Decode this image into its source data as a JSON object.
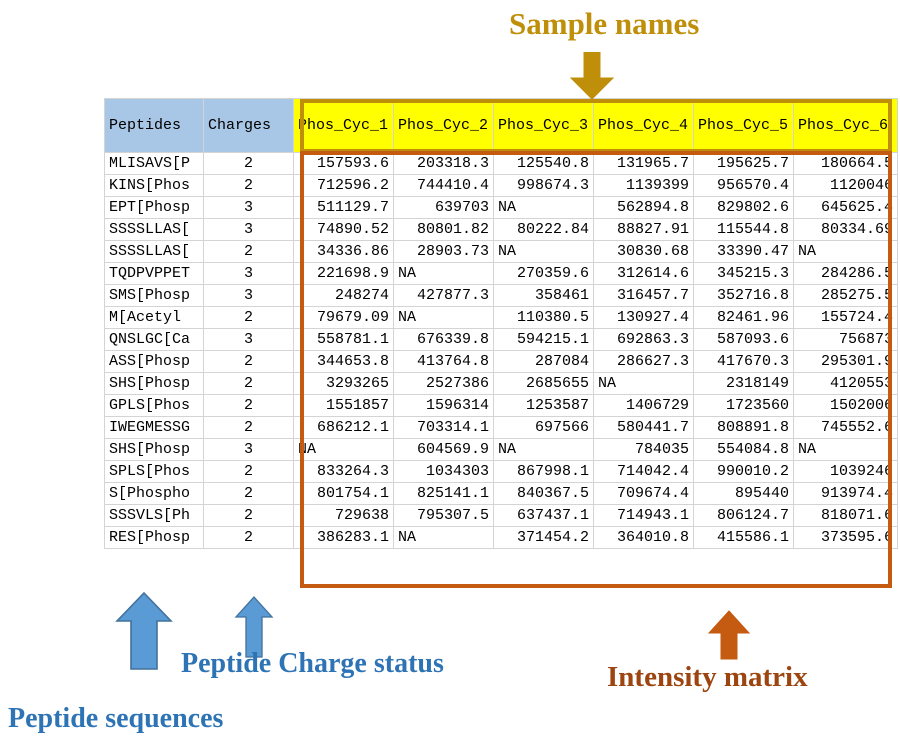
{
  "annotations": {
    "sample_names": {
      "label": "Sample names",
      "color": "#bf8f09",
      "arrow": "down-arrow-icon"
    },
    "intensity_matrix": {
      "label": "Intensity matrix",
      "color": "#c55a11",
      "arrow": "up-arrow-icon"
    },
    "peptide_charge_status": {
      "label": "Peptide Charge status",
      "color": "#2e74b5",
      "arrow": "up-arrow-icon"
    },
    "peptide_sequences": {
      "label": "Peptide sequences",
      "color": "#2e74b5",
      "arrow": "up-arrow-icon"
    }
  },
  "table": {
    "headers": {
      "peptides": "Peptides",
      "charges": "Charges",
      "samples": [
        "Phos_Cyc_1",
        "Phos_Cyc_2",
        "Phos_Cyc_3",
        "Phos_Cyc_4",
        "Phos_Cyc_5",
        "Phos_Cyc_6"
      ]
    },
    "header_bg_key": "#a8c6e5",
    "header_bg_sample": "#ffff00",
    "rows": [
      {
        "peptide": "MLISAVS[P",
        "charge": "2",
        "values": [
          "157593.6",
          "203318.3",
          "125540.8",
          "131965.7",
          "195625.7",
          "180664.5"
        ]
      },
      {
        "peptide": "KINS[Phos",
        "charge": "2",
        "values": [
          "712596.2",
          "744410.4",
          "998674.3",
          "1139399",
          "956570.4",
          "1120046"
        ]
      },
      {
        "peptide": "EPT[Phosp",
        "charge": "3",
        "values": [
          "511129.7",
          "639703",
          "NA",
          "562894.8",
          "829802.6",
          "645625.4"
        ]
      },
      {
        "peptide": "SSSSLLAS[",
        "charge": "3",
        "values": [
          "74890.52",
          "80801.82",
          "80222.84",
          "88827.91",
          "115544.8",
          "80334.69"
        ]
      },
      {
        "peptide": "SSSSLLAS[",
        "charge": "2",
        "values": [
          "34336.86",
          "28903.73",
          "NA",
          "30830.68",
          "33390.47",
          "NA"
        ]
      },
      {
        "peptide": "TQDPVPPET",
        "charge": "3",
        "values": [
          "221698.9",
          "NA",
          "270359.6",
          "312614.6",
          "345215.3",
          "284286.5"
        ]
      },
      {
        "peptide": "SMS[Phosp",
        "charge": "3",
        "values": [
          "248274",
          "427877.3",
          "358461",
          "316457.7",
          "352716.8",
          "285275.5"
        ]
      },
      {
        "peptide": "M[Acetyl",
        "charge": "2",
        "values": [
          "79679.09",
          "NA",
          "110380.5",
          "130927.4",
          "82461.96",
          "155724.4"
        ]
      },
      {
        "peptide": "QNSLGC[Ca",
        "charge": "3",
        "values": [
          "558781.1",
          "676339.8",
          "594215.1",
          "692863.3",
          "587093.6",
          "756873"
        ]
      },
      {
        "peptide": "ASS[Phosp",
        "charge": "2",
        "values": [
          "344653.8",
          "413764.8",
          "287084",
          "286627.3",
          "417670.3",
          "295301.9"
        ]
      },
      {
        "peptide": "SHS[Phosp",
        "charge": "2",
        "values": [
          "3293265",
          "2527386",
          "2685655",
          "NA",
          "2318149",
          "4120553"
        ]
      },
      {
        "peptide": "GPLS[Phos",
        "charge": "2",
        "values": [
          "1551857",
          "1596314",
          "1253587",
          "1406729",
          "1723560",
          "1502006"
        ]
      },
      {
        "peptide": "IWEGMESSG",
        "charge": "2",
        "values": [
          "686212.1",
          "703314.1",
          "697566",
          "580441.7",
          "808891.8",
          "745552.6"
        ]
      },
      {
        "peptide": "SHS[Phosp",
        "charge": "3",
        "values": [
          "NA",
          "604569.9",
          "NA",
          "784035",
          "554084.8",
          "NA"
        ]
      },
      {
        "peptide": "SPLS[Phos",
        "charge": "2",
        "values": [
          "833264.3",
          "1034303",
          "867998.1",
          "714042.4",
          "990010.2",
          "1039246"
        ]
      },
      {
        "peptide": "S[Phospho",
        "charge": "2",
        "values": [
          "801754.1",
          "825141.1",
          "840367.5",
          "709674.4",
          "895440",
          "913974.4"
        ]
      },
      {
        "peptide": "SSSVLS[Ph",
        "charge": "2",
        "values": [
          "729638",
          "795307.5",
          "637437.1",
          "714943.1",
          "806124.7",
          "818071.6"
        ]
      },
      {
        "peptide": "RES[Phosp",
        "charge": "2",
        "values": [
          "386283.1",
          "NA",
          "371454.2",
          "364010.8",
          "415586.1",
          "373595.6"
        ]
      }
    ]
  }
}
